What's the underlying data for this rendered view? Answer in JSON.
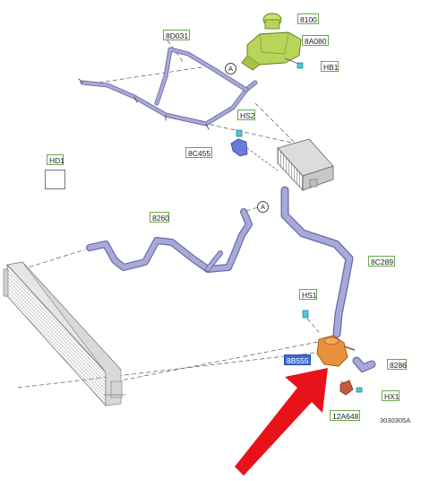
{
  "diagram": {
    "labels": {
      "l8100": "8100",
      "l8A080": "8A080",
      "lHB1": "HB1",
      "l8D031": "8D031",
      "lHS2": "HS2",
      "l8C455": "8C455",
      "lHD1": "HD1",
      "l8260": "8260",
      "l8C289": "8C289",
      "lHS1": "HS1",
      "l8B555": "8B555",
      "l8286": "8286",
      "lHX1": "HX1",
      "l12A648": "12A648"
    },
    "circle_refs": [
      "A",
      "A"
    ],
    "ref_code": "3030305A",
    "colors": {
      "hose": "#a9a9d9",
      "hose_edge": "#6b6ba8",
      "reservoir": "#b9d45a",
      "pump": "#e8913c",
      "valve": "#c75a3a",
      "clip": "#4fc6d8",
      "arrow": "#e8121b",
      "callout_border": "#6aa84f",
      "callout_highlight": "#3d6cd6"
    }
  }
}
